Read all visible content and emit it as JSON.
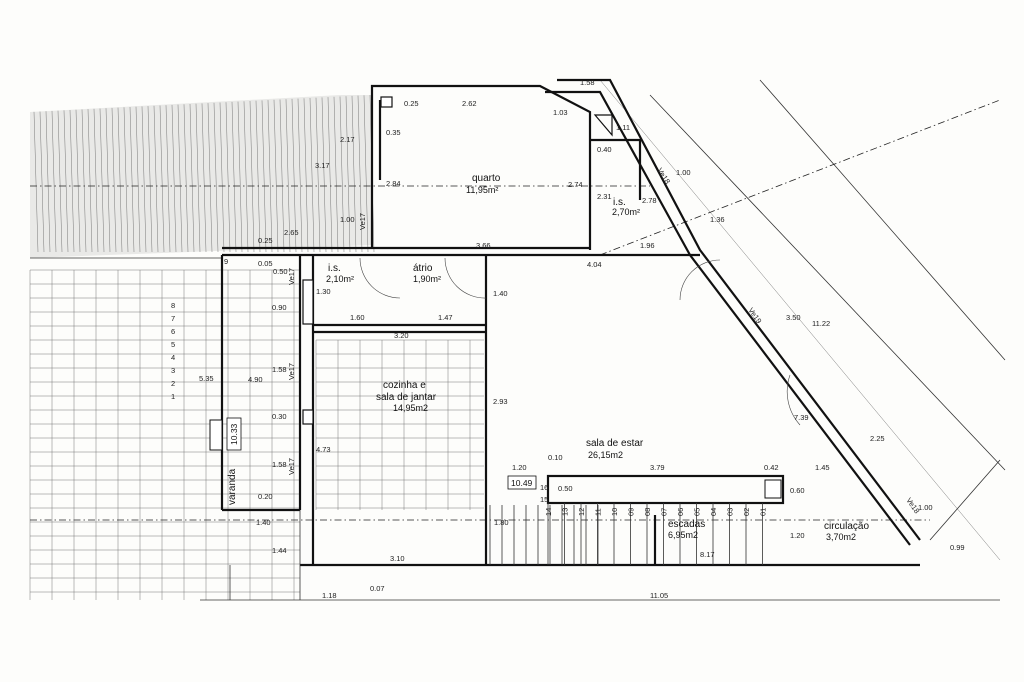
{
  "rooms": {
    "quarto": {
      "name": "quarto",
      "area": "11,95m²"
    },
    "is_upper": {
      "name": "i.s.",
      "area": "2,70m²"
    },
    "is_lower": {
      "name": "i.s.",
      "area": "2,10m²"
    },
    "atrio": {
      "name": "átrio",
      "area": "1,90m²"
    },
    "cozinha": {
      "name_line1": "cozinha e",
      "name_line2": "sala de jantar",
      "area": "14,95m2"
    },
    "sala": {
      "name": "sala de estar",
      "area": "26,15m2"
    },
    "escadas": {
      "name": "escadas",
      "area": "6,95m2"
    },
    "circulacao": {
      "name": "circulação",
      "area": "3,70m2"
    },
    "varanda": {
      "name": "varanda"
    }
  },
  "levels": {
    "l1": "10.33",
    "l2": "10.49"
  },
  "vents": {
    "v1": "Ve17",
    "v2": "Ve17",
    "v3": "Ve17",
    "v4": "Ve18",
    "v5": "Ve19",
    "v6": "Ve18",
    "v7": "Ve17"
  },
  "dims": {
    "d1": "1.58",
    "d2": "0.25",
    "d3": "2.62",
    "d4": "1.03",
    "d5": "1.11",
    "d6": "0.35",
    "d7": "0.40",
    "d8": "2.17",
    "d9": "3.17",
    "d10": "1.00",
    "d11": "2.84",
    "d12": "2.74",
    "d13": "2.31",
    "d14": "2.78",
    "d15": "1.36",
    "d16": "1.00",
    "d17": "0.25",
    "d18": "2.65",
    "d19": "3.66",
    "d20": "1.96",
    "d21": "4.04",
    "d22": "9",
    "d23": "0.05",
    "d24": "0.50",
    "d25": "1.30",
    "d26": "1.40",
    "d27": "0.90",
    "d28": "1.60",
    "d29": "1.47",
    "d30": "3.20",
    "d31": "3.50",
    "d32": "11.22",
    "d33": "5.35",
    "d34": "4.90",
    "d35": "1.58",
    "d36": "2.93",
    "d37": "0.30",
    "d38": "7.39",
    "d39": "2.25",
    "d40": "4.73",
    "d41": "1.20",
    "d42": "0.10",
    "d43": "3.79",
    "d44": "0.42",
    "d45": "1.45",
    "d46": "1.58",
    "d47": "0.50",
    "d48": "0.60",
    "d49": "0.20",
    "d50": "1.00",
    "d51": "1.40",
    "d52": "1.80",
    "d53": "1.20",
    "d54": "1.44",
    "d55": "0.99",
    "d56": "3.10",
    "d57": "8.17",
    "d58": "1.18",
    "d59": "0.07",
    "d60": "11.05",
    "d61": "16",
    "d62": "15"
  },
  "steps_left": [
    "8",
    "7",
    "6",
    "5",
    "4",
    "3",
    "2",
    "1"
  ],
  "steps_stair": [
    "14",
    "13",
    "12",
    "11",
    "10",
    "09",
    "08",
    "07",
    "06",
    "05",
    "04",
    "03",
    "02",
    "01"
  ]
}
